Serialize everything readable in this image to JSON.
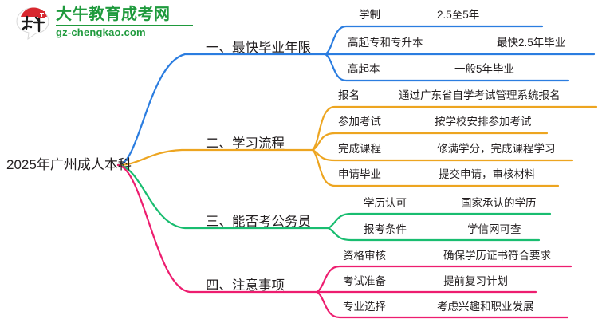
{
  "logo": {
    "badge_text": "大牛",
    "name_cn": "大牛教育成考网",
    "name_en": "gz-chengkao.com",
    "color": "#1f9a3d"
  },
  "mindmap": {
    "root": {
      "label": "2025年广州成人本科"
    },
    "colors": {
      "branch1": "#2b7de0",
      "branch2": "#eda520",
      "branch3": "#19bd70",
      "branch4": "#ed1d6f"
    },
    "branches": [
      {
        "label": "一、最快毕业年限",
        "color": "#2b7de0",
        "children": [
          {
            "label": "学制",
            "detail": "2.5至5年"
          },
          {
            "label": "高起专和专升本",
            "detail": "最快2.5年毕业"
          },
          {
            "label": "高起本",
            "detail": "一般5年毕业"
          }
        ]
      },
      {
        "label": "二、学习流程",
        "color": "#eda520",
        "children": [
          {
            "label": "报名",
            "detail": "通过广东省自学考试管理系统报名"
          },
          {
            "label": "参加考试",
            "detail": "按学校安排参加考试"
          },
          {
            "label": "完成课程",
            "detail": "修满学分，完成课程学习"
          },
          {
            "label": "申请毕业",
            "detail": "提交申请，审核材料"
          }
        ]
      },
      {
        "label": "三、能否考公务员",
        "color": "#19bd70",
        "children": [
          {
            "label": "学历认可",
            "detail": "国家承认的学历"
          },
          {
            "label": "报考条件",
            "detail": "学信网可查"
          }
        ]
      },
      {
        "label": "四、注意事项",
        "color": "#ed1d6f",
        "children": [
          {
            "label": "资格审核",
            "detail": "确保学历证书符合要求"
          },
          {
            "label": "考试准备",
            "detail": "提前复习计划"
          },
          {
            "label": "专业选择",
            "detail": "考虑兴趣和职业发展"
          }
        ]
      }
    ]
  }
}
